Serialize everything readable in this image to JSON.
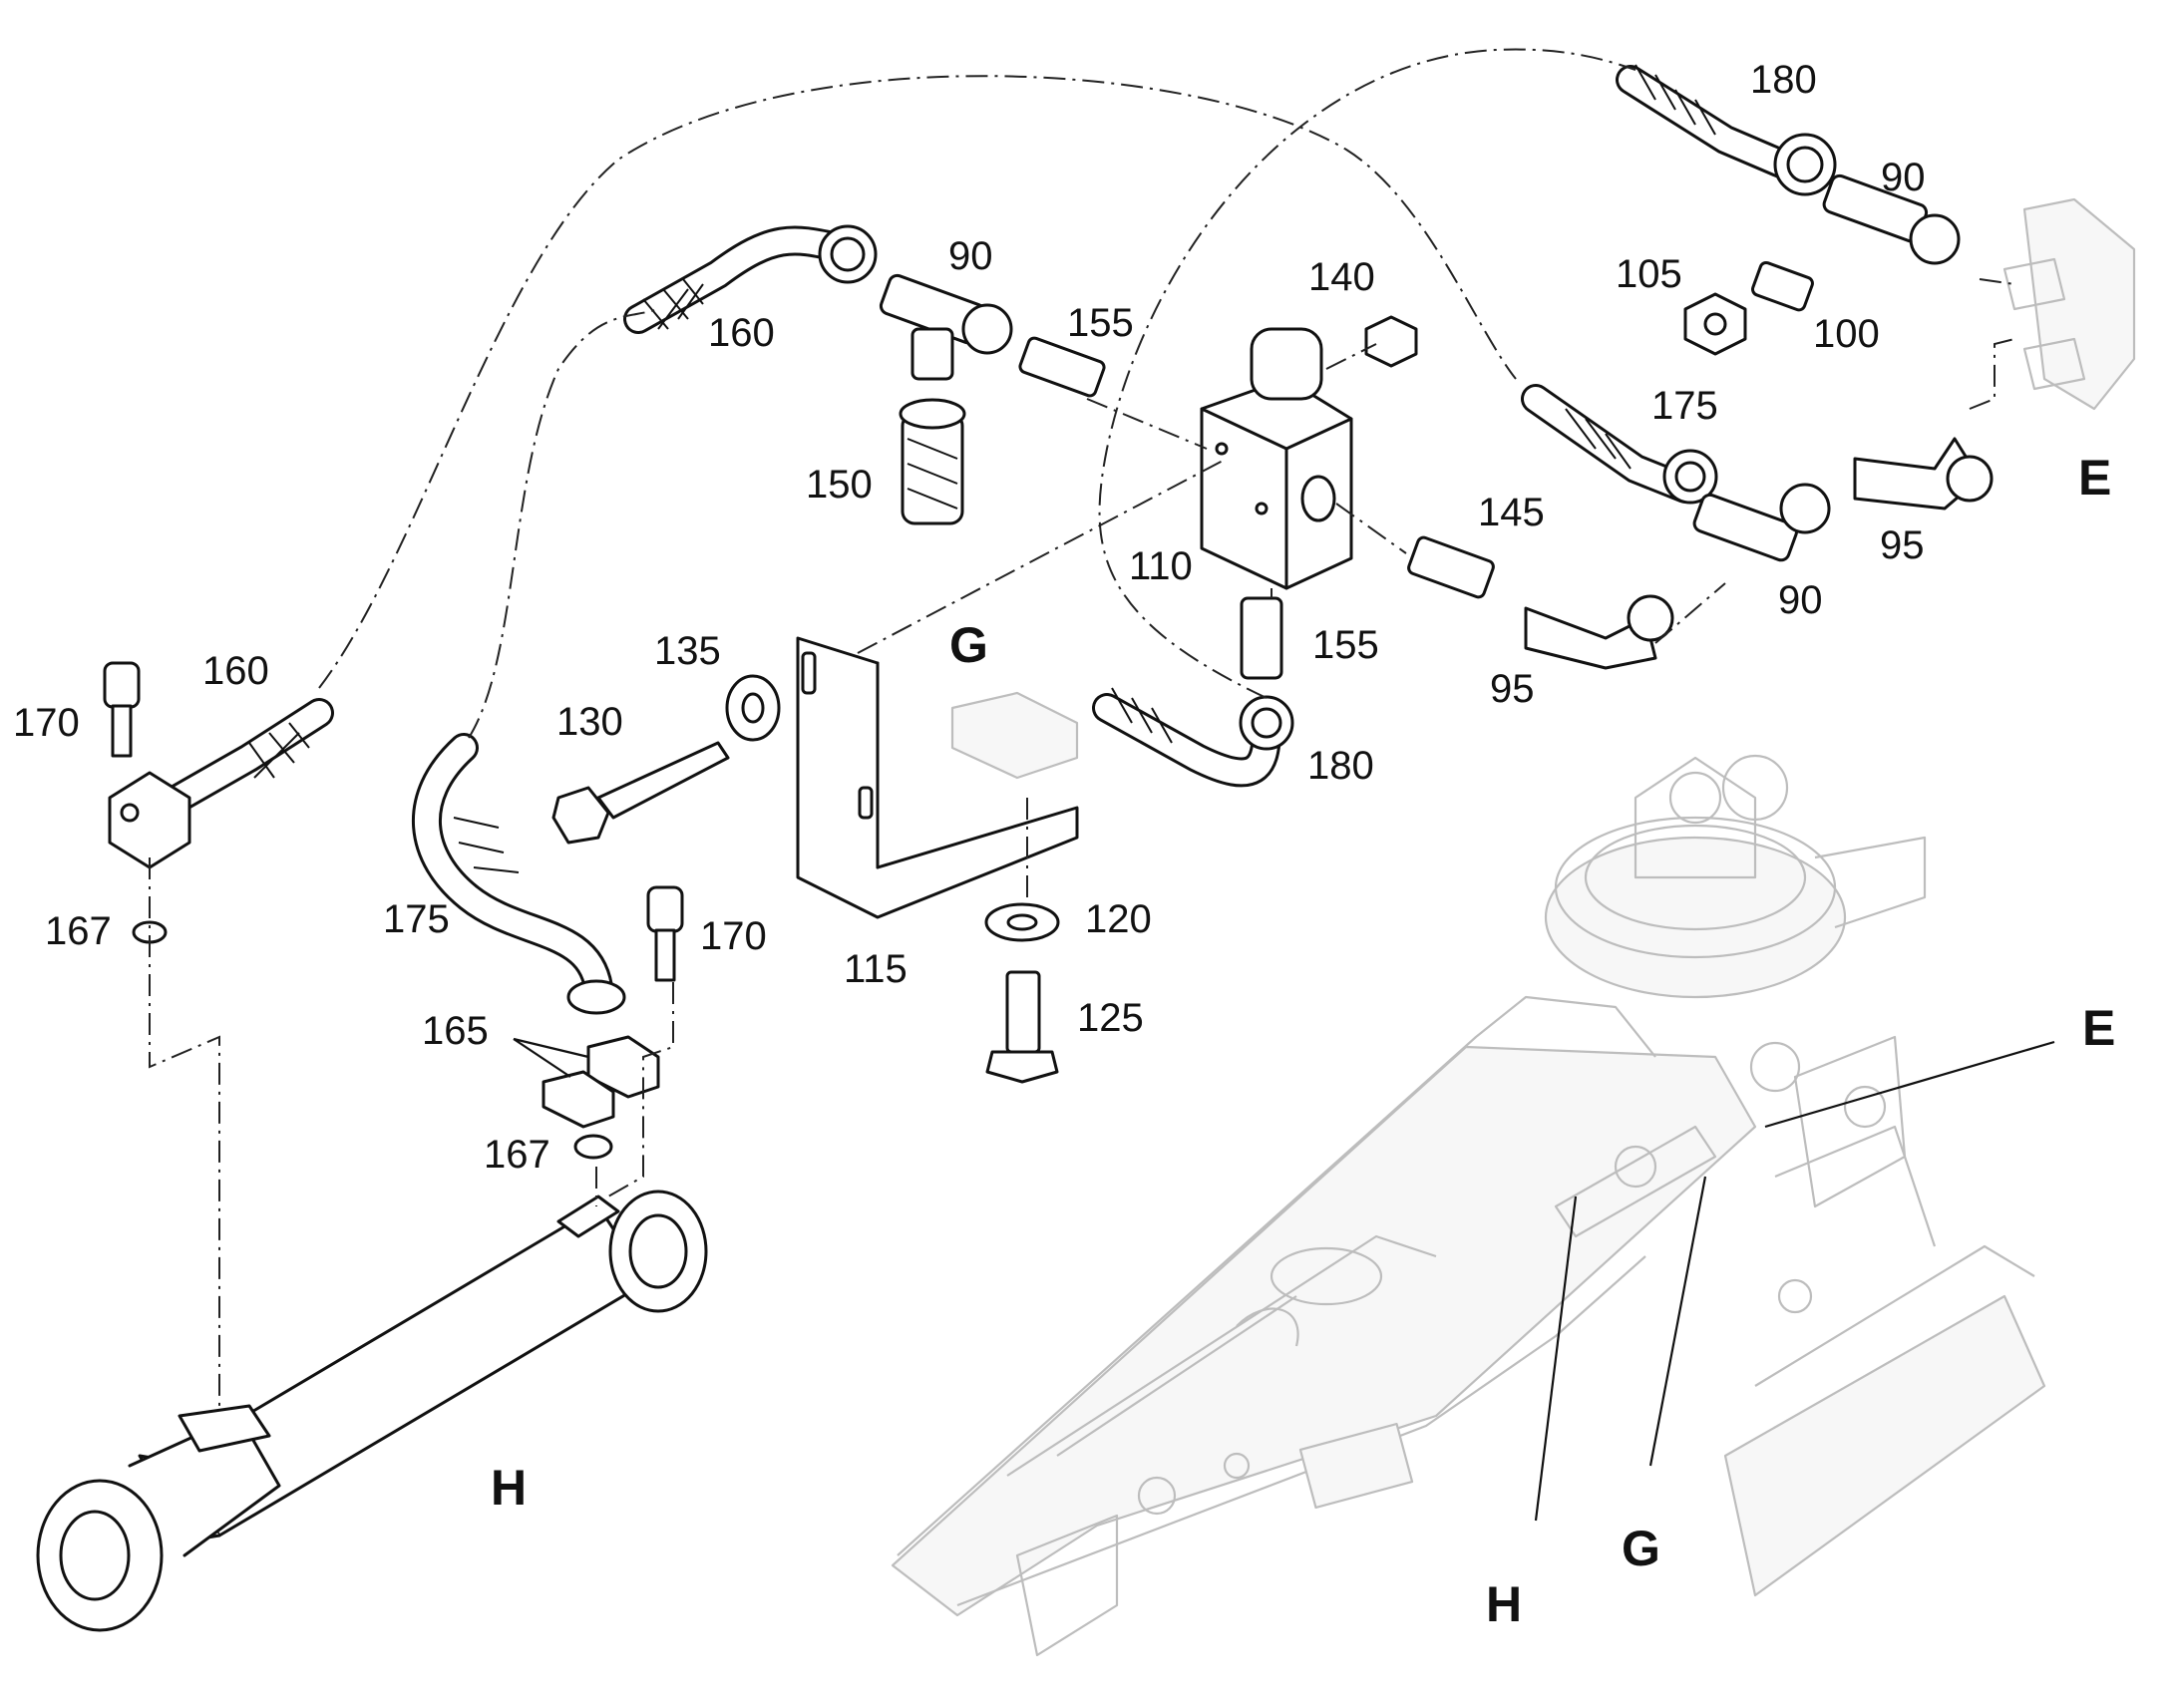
{
  "callouts": {
    "c180a": "180",
    "c90a": "90",
    "c105": "105",
    "c100": "100",
    "c140": "140",
    "c90b": "90",
    "c160a": "160",
    "c155a": "155",
    "c175a": "175",
    "c150": "150",
    "c145": "145",
    "c110": "110",
    "c135": "135",
    "c155b": "155",
    "c95a": "95",
    "c90c": "90",
    "c95b": "95",
    "c130": "130",
    "c180b": "180",
    "c170a": "170",
    "c160b": "160",
    "c175b": "175",
    "c170b": "170",
    "c120": "120",
    "c115": "115",
    "c125": "125",
    "c167a": "167",
    "c165": "165",
    "c167b": "167"
  },
  "view_labels": {
    "e_top": "E",
    "g_top": "G",
    "h_cylinder": "H",
    "e_machine": "E",
    "h_machine": "H",
    "g_machine": "G"
  },
  "colors": {
    "line": "#111111",
    "ghost": "#bdbdbd",
    "background": "#ffffff"
  }
}
